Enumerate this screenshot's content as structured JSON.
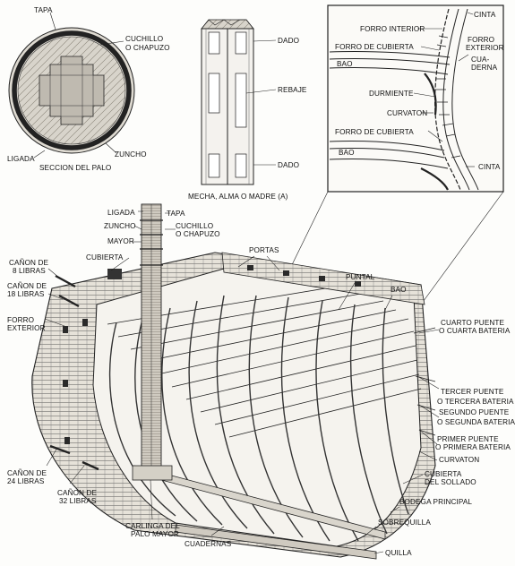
{
  "mast_section": {
    "tapa": "TAPA",
    "cuchillo": "CUCHILLO",
    "chapuzo": "O CHAPUZO",
    "ligada": "LIGADA",
    "zuncho": "ZUNCHO",
    "caption": "SECCION DEL PALO"
  },
  "mast_core": {
    "dado_top": "DADO",
    "rebaje": "REBAJE",
    "dado_bottom": "DADO",
    "caption": "MECHA, ALMA O MADRE (A)"
  },
  "hull_detail": {
    "cinta_top": "CINTA",
    "forro_interior": "FORRO INTERIOR",
    "forro_exterior_1": "FORRO",
    "forro_exterior_2": "EXTERIOR",
    "forro_cubierta_top": "FORRO DE CUBIERTA",
    "cuaderna_1": "CUA-",
    "cuaderna_2": "DERNA",
    "bao_top": "BAO",
    "durmiente": "DURMIENTE",
    "curvaton": "CURVATON",
    "forro_cubierta_bottom": "FORRO DE CUBIERTA",
    "bao_bottom": "BAO",
    "cinta_bottom": "CINTA"
  },
  "ship": {
    "ligada": "LIGADA",
    "tapa": "TAPA",
    "zuncho": "ZUNCHO",
    "cuchillo": "CUCHILLO",
    "chapuzo": "O CHAPUZO",
    "mayor": "MAYOR",
    "cubierta": "CUBIERTA",
    "portas": "PORTAS",
    "canon8_1": "CAÑON DE",
    "canon8_2": "8 LIBRAS",
    "canon18_1": "CAÑON DE",
    "canon18_2": "18 LIBRAS",
    "forro_ext_1": "FORRO",
    "forro_ext_2": "EXTERIOR",
    "puntal": "PUNTAL",
    "bao": "BAO",
    "cuarto_1": "CUARTO PUENTE",
    "cuarto_2": "O CUARTA BATERIA",
    "tercer_1": "TERCER PUENTE",
    "tercer_2": "O TERCERA BATERIA",
    "segundo_1": "SEGUNDO PUENTE",
    "segundo_2": "O SEGUNDA BATERIA",
    "primer_1": "PRIMER PUENTE",
    "primer_2": "O PRIMERA BATERIA",
    "curvaton": "CURVATON",
    "canon24_1": "CAÑON DE",
    "canon24_2": "24 LIBRAS",
    "canon32_1": "CAÑON DE",
    "canon32_2": "32 LIBRAS",
    "carlinga_1": "CARLINGA DEL",
    "carlinga_2": "PALO MAYOR",
    "cuadernas": "CUADERNAS",
    "cub_sollado_1": "CUBIERTA",
    "cub_sollado_2": "DEL SOLLADO",
    "bodega": "BODEGA PRINCIPAL",
    "sobrequilla": "SOBREQUILLA",
    "quilla": "QUILLA"
  }
}
